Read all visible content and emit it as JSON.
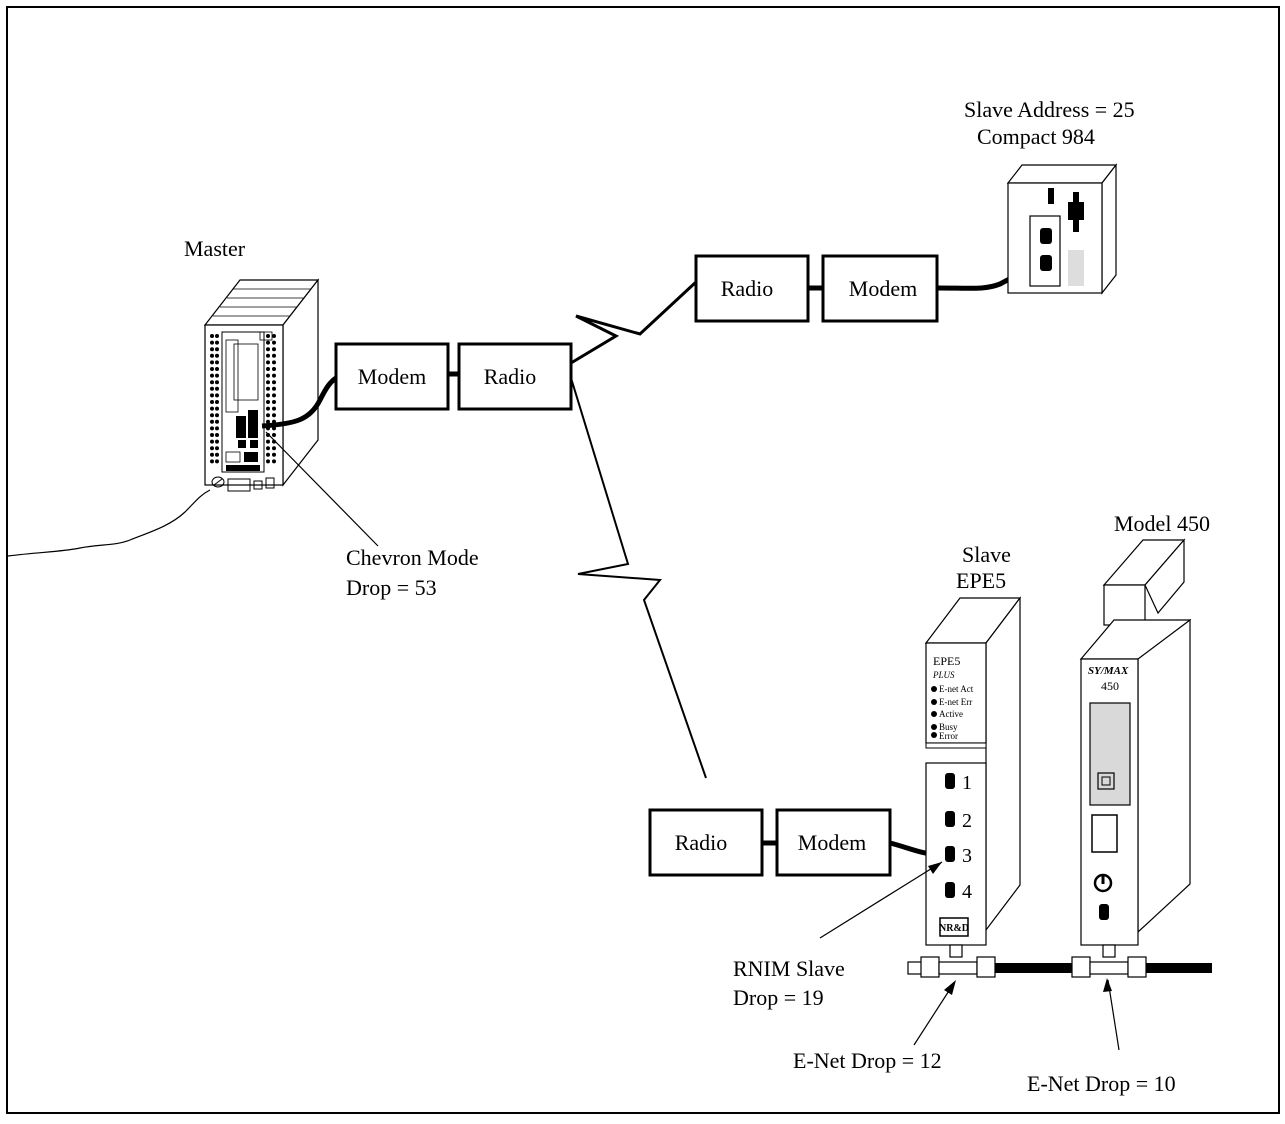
{
  "labels": {
    "master": "Master",
    "slave_address_line1": "Slave Address = 25",
    "slave_address_line2": "Compact 984",
    "chevron_line1": "Chevron Mode",
    "chevron_line2": "Drop = 53",
    "slave_epe5_line1": "Slave",
    "slave_epe5_line2": "EPE5",
    "model450": "Model 450",
    "rnim_line1": "RNIM Slave",
    "rnim_line2": "Drop = 19",
    "enet12": "E-Net Drop = 12",
    "enet10": "E-Net Drop = 10"
  },
  "boxes": {
    "modem_master": "Modem",
    "radio_master": "Radio",
    "radio_top": "Radio",
    "modem_top": "Modem",
    "radio_bottom": "Radio",
    "modem_bottom": "Modem"
  },
  "epe5": {
    "title": "EPE5",
    "subtitle": "PLUS",
    "leds": [
      "E-net Act",
      "E-net Err",
      "Active",
      "Busy",
      "Error"
    ],
    "ports": [
      "1",
      "2",
      "3",
      "4"
    ],
    "logo": "NR&D"
  },
  "model450": {
    "brand": "SY/MAX",
    "number": "450"
  }
}
